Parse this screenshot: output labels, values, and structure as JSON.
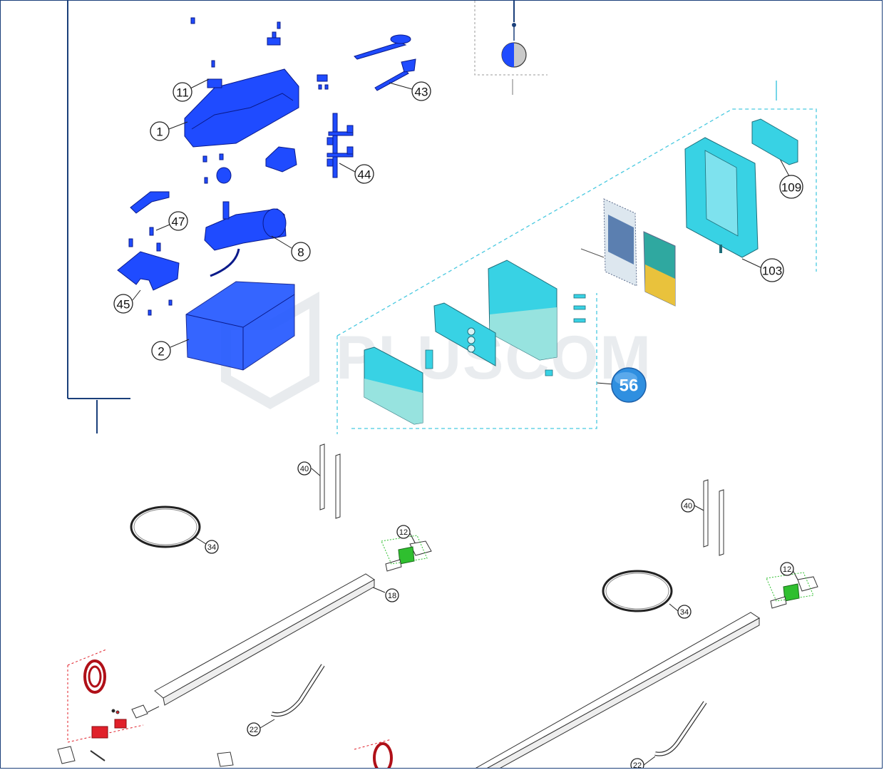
{
  "watermark": "PLUSCOM",
  "colors": {
    "motor_blue": "#1f4bff",
    "control_cyan": "#38d2e4",
    "dash_cyan": "#49c9e0",
    "accessory_red": "#e0202a",
    "bracket_green": "#2fbf2f",
    "pcb_yellow": "#e9c23c",
    "frame_navy": "#1a3f7a",
    "badge_blue": "#2f8fe0"
  },
  "callouts": {
    "c11": "11",
    "c1": "1",
    "c43": "43",
    "c44": "44",
    "c47": "47",
    "c8": "8",
    "c45": "45",
    "c2": "2",
    "c109": "109",
    "c103": "103",
    "c56": "56",
    "c40a": "40",
    "c34a": "34",
    "c12a": "12",
    "c18": "18",
    "c22a": "22",
    "c40b": "40",
    "c34b": "34",
    "c12b": "12",
    "c22b": "22"
  }
}
